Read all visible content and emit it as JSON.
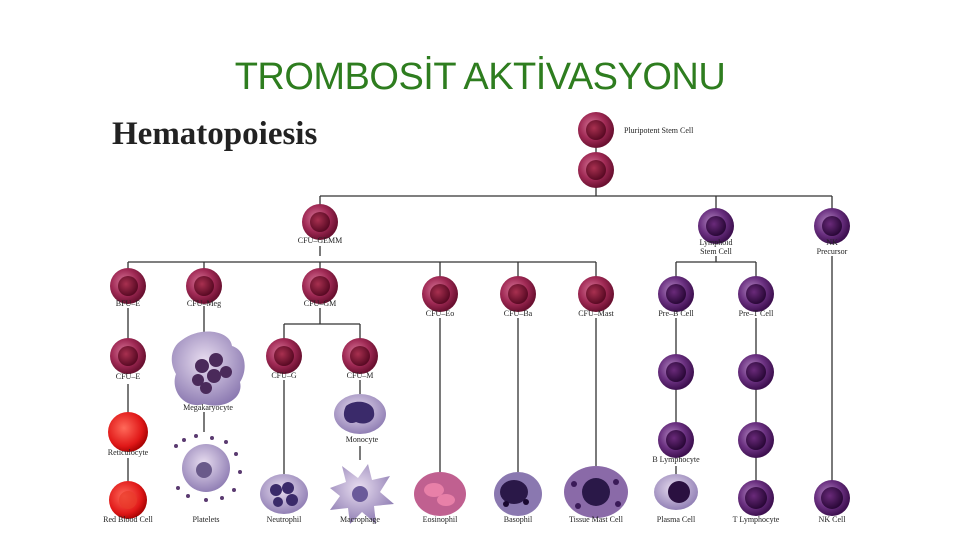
{
  "slide_title": "TROMBOSİT AKTİVASYONU",
  "diagram_title": "Hematopoiesis",
  "colors": {
    "title_green": "#2e7d1f",
    "myeloid_cell": "#8a1538",
    "lymphoid_cell": "#4a1a5a",
    "line": "#333333"
  },
  "labels": {
    "pluripotent": "Pluripotent Stem Cell",
    "cfu_gemm": "CFU–GEMM",
    "lymphoid_1": "Lymphoid",
    "lymphoid_2": "Stem Cell",
    "nk_pre_1": "NK",
    "nk_pre_2": "Precursor",
    "bfu_e": "BFU–E",
    "cfu_meg": "CFU–Meg",
    "cfu_gm": "CFU–GM",
    "cfu_eo": "CFU–Eo",
    "cfu_ba": "CFU–Ba",
    "cfu_mast": "CFU–Mast",
    "pre_b": "Pre–B Cell",
    "pre_t": "Pre–T Cell",
    "cfu_e": "CFU–E",
    "megakaryocyte": "Megakaryocyte",
    "cfu_g": "CFU–G",
    "cfu_m": "CFU–M",
    "monocyte": "Monocyte",
    "reticulocyte": "Reticulocyte",
    "b_lymphocyte": "B Lymphocyte",
    "red_blood_cell": "Red Blood Cell",
    "platelets": "Platelets",
    "neutrophil": "Neutrophil",
    "macrophage": "Macrophage",
    "eosinophil": "Eosinophil",
    "basophil": "Basophil",
    "tissue_mast": "Tissue Mast Cell",
    "plasma_cell": "Plasma Cell",
    "t_lymphocyte": "T Lymphocyte",
    "nk_cell": "NK Cell"
  }
}
